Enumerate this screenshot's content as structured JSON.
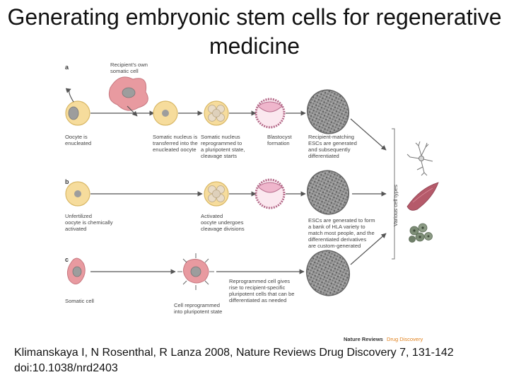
{
  "title": "Generating embryonic stem cells for regenerative medicine",
  "figure": {
    "panels": [
      "a",
      "b",
      "c"
    ],
    "labels": {
      "recipient": [
        "Recipient's own",
        "somatic cell"
      ],
      "oocyte_enucleated": [
        "Oocyte is",
        "enucleated"
      ],
      "nucleus_transferred": [
        "Somatic nucleus is",
        "transferred into the",
        "enucleated oocyte"
      ],
      "reprogrammed": [
        "Somatic nucleus",
        "reprogrammed to",
        "a pluripotent state,",
        "cleavage starts"
      ],
      "blastocyst": [
        "Blastocyst",
        "formation"
      ],
      "escs_recipient": [
        "Recipient-matching",
        "ESCs are generated",
        "and subsequently",
        "differentiated"
      ],
      "unfertilized": [
        "Unfertilized",
        "oocyte is chemically",
        "activated"
      ],
      "activated": [
        "Activated",
        "oocyte undergoes",
        "cleavage divisions"
      ],
      "escs_bank": [
        "ESCs are generated to form",
        "a bank of HLA variety to",
        "match most people, and the",
        "differentiated derivatives",
        "are custom-generated"
      ],
      "somatic": [
        "Somatic cell"
      ],
      "cell_reprogrammed": [
        "Cell reprogrammed",
        "into pluripotent state"
      ],
      "reprogrammed_cell": [
        "Reprogrammed cell gives",
        "rise to recipient-specific",
        "pluripotent cells that can be",
        "differentiated as needed"
      ],
      "various_types": "Various cell types"
    },
    "journal": "Nature Reviews",
    "journal_section": "Drug Discovery"
  },
  "colors": {
    "oocyte_fill": "#f6dc9c",
    "oocyte_stroke": "#d9b867",
    "nucleus": "#9d9d9d",
    "pink_cell": "#e89aa0",
    "blastocyst": "#efb6cc",
    "esc": "#8e8e8e",
    "arrow": "#555555",
    "muscle": "#b55a6a",
    "green_cells": "#7d8d76",
    "journal_accent": "#e0801c"
  },
  "citation": "Klimanskaya I, N Rosenthal, R Lanza 2008, Nature Reviews Drug Discovery 7, 131-142 doi:10.1038/nrd2403"
}
